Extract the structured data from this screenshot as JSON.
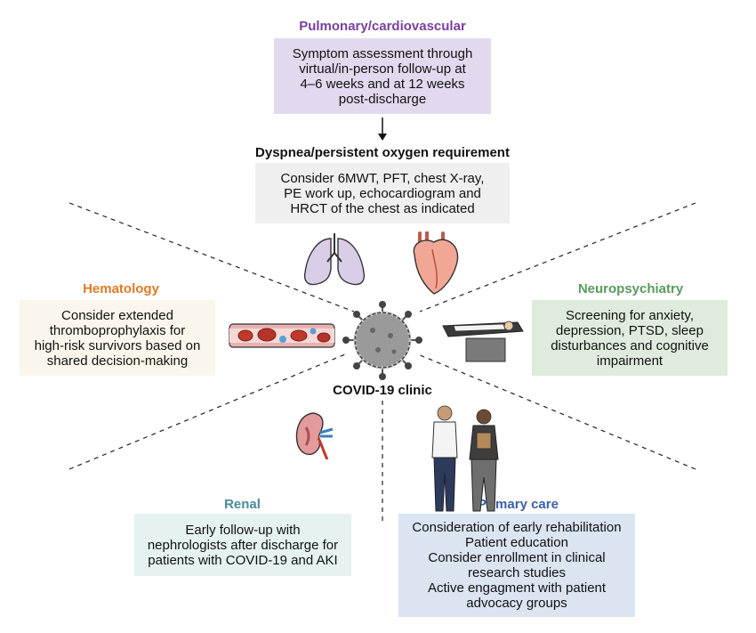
{
  "pulmonary": {
    "title": "Pulmonary/cardiovascular",
    "lines": [
      "Symptom assessment through",
      "virtual/in-person follow-up at",
      "4–6 weeks and at 12 weeks",
      "post-discharge"
    ]
  },
  "dyspnea": {
    "title": "Dyspnea/persistent oxygen requirement",
    "lines": [
      "Consider 6MWT, PFT, chest X-ray,",
      "PE work up, echocardiogram and",
      "HRCT of the chest as indicated"
    ]
  },
  "hematology": {
    "title": "Hematology",
    "lines": [
      "Consider extended",
      "thromboprophylaxis for",
      "high-risk survivors based on",
      "shared decision-making"
    ]
  },
  "neuro": {
    "title": "Neuropsychiatry",
    "lines": [
      "Screening for anxiety,",
      "depression, PTSD, sleep",
      "disturbances and cognitive",
      "impairment"
    ]
  },
  "center": {
    "title": "COVID-19 clinic"
  },
  "renal": {
    "title": "Renal",
    "lines": [
      "Early follow-up with",
      "nephrologists after discharge for",
      "patients with COVID-19 and AKI"
    ]
  },
  "primary": {
    "title": "Primary care",
    "lines": [
      "Consideration of early rehabilitation",
      "Patient education",
      "Consider enrollment in clinical",
      "research studies",
      "Active engagment with patient",
      "advocacy groups"
    ]
  },
  "colors": {
    "pulmonary_title": "#7a3fa0",
    "pulmonary_box": "#e3d9ee",
    "dyspnea_box": "#efefef",
    "hematology_title": "#e07a26",
    "hematology_box": "#fbf6ec",
    "neuro_title": "#5a9a5e",
    "neuro_box": "#dfecdd",
    "renal_title": "#4a8a9a",
    "renal_box": "#e6f2f2",
    "primary_title": "#3d5fa8",
    "primary_box": "#dbe4f1"
  },
  "icons": [
    "lungs-icon",
    "heart-icon",
    "blood-vessel-icon",
    "coronavirus-icon",
    "mri-scanner-icon",
    "kidney-icon",
    "doctors-icon",
    "arrow-down-icon"
  ]
}
